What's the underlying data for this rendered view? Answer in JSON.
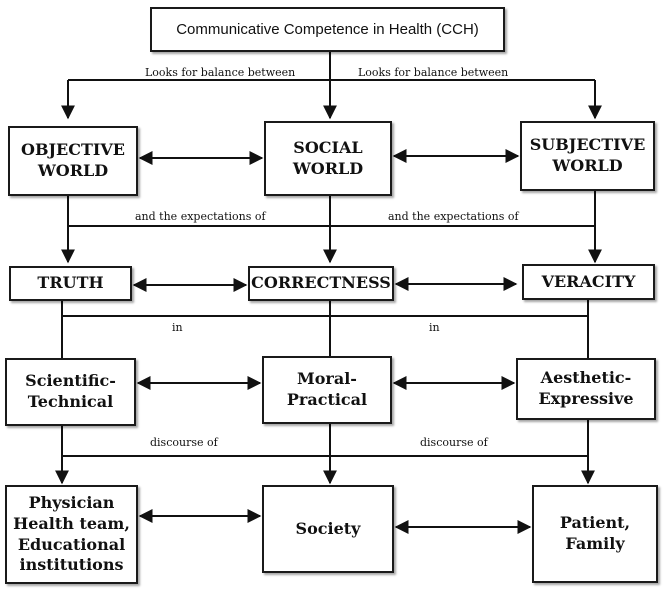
{
  "title": "Communicative Competence in Health (CCH)",
  "labels": {
    "balance_left": "Looks for balance between",
    "balance_right": "Looks for balance between",
    "expect_left": "and the expectations of",
    "expect_right": "and the expectations of",
    "in_left": "in",
    "in_right": "in",
    "discourse_left": "discourse of",
    "discourse_right": "discourse of"
  },
  "worlds": [
    "OBJECTIVE\nWORLD",
    "SOCIAL\nWORLD",
    "SUBJECTIVE\nWORLD"
  ],
  "validity": [
    "TRUTH",
    "CORRECTNESS",
    "VERACITY"
  ],
  "domains": [
    "Scientific-\nTechnical",
    "Moral-\nPractical",
    "Aesthetic-\nExpressive"
  ],
  "actors": [
    "Physician\nHealth team,\nEducational\ninstitutions",
    "Society",
    "Patient,\nFamily"
  ]
}
